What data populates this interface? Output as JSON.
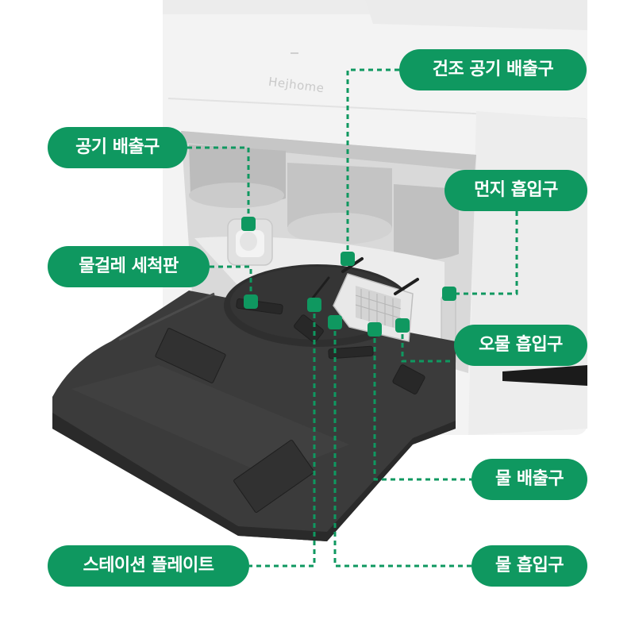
{
  "product": {
    "brand": "Hejhome"
  },
  "callouts": {
    "dry_air_outlet": "건조 공기 배출구",
    "air_outlet": "공기 배출구",
    "dust_inlet": "먼지 흡입구",
    "mop_wash_plate": "물걸레 세척판",
    "dirty_water_inlet": "오물 흡입구",
    "water_outlet": "물 배출구",
    "station_plate": "스테이션 플레이트",
    "water_inlet": "물 흡입구"
  },
  "colors": {
    "accent": "#0f9860",
    "station_body": "#f4f4f4",
    "plate": "#3a3a3a"
  }
}
